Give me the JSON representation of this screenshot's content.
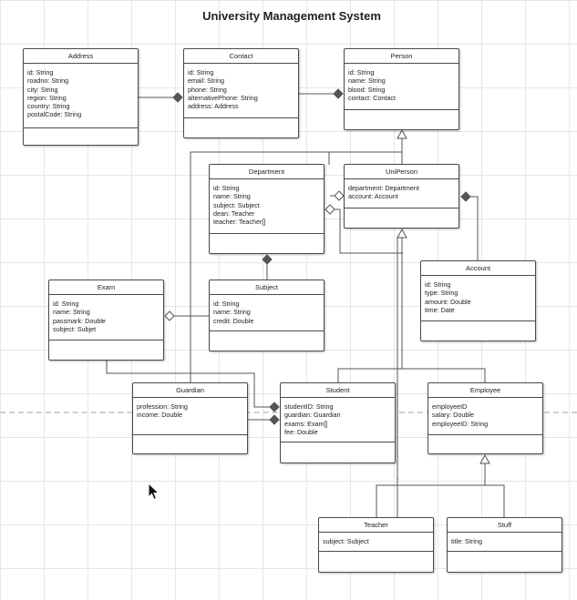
{
  "diagram": {
    "title": "University Management System",
    "classes": {
      "address": {
        "name": "Address",
        "attributes": [
          "id: String",
          "roadno: String",
          "city: String",
          "region: String",
          "country: String",
          "postalCode: String"
        ]
      },
      "contact": {
        "name": "Contact",
        "attributes": [
          "id: String",
          "email: String",
          "phone: String",
          "alternativePhone: String",
          "address: Address"
        ]
      },
      "person": {
        "name": "Person",
        "attributes": [
          "id: String",
          "name: String",
          "blood: String",
          "contact: Contact"
        ]
      },
      "department": {
        "name": "Department",
        "attributes": [
          "id: String",
          "name: String",
          "subject: Subject",
          "dean: Teacher",
          "teacher: Teacher[]"
        ]
      },
      "uniperson": {
        "name": "UniPerson",
        "attributes": [
          "department: Department",
          "account: Account"
        ]
      },
      "account": {
        "name": "Account",
        "attributes": [
          "id: String",
          "type: String",
          "amount: Double",
          "time: Date"
        ]
      },
      "exam": {
        "name": "Exam",
        "attributes": [
          "id: String",
          "name: String",
          "passmark: Double",
          "subject: Subjet"
        ]
      },
      "subject": {
        "name": "Subject",
        "attributes": [
          "id: String",
          "name: String",
          "credit: Double"
        ]
      },
      "guardian": {
        "name": "Guardian",
        "attributes": [
          "profession: String",
          "income: Double"
        ]
      },
      "student": {
        "name": "Student",
        "attributes": [
          "studentID: String",
          "guardian: Guardian",
          "exams: Exam[]",
          "fee: Double"
        ]
      },
      "employee": {
        "name": "Employee",
        "attributes": [
          "employeeID",
          "salary: Double",
          "employeeID: String"
        ]
      },
      "teacher": {
        "name": "Teacher",
        "attributes": [
          "subject: Subject"
        ]
      },
      "stuff": {
        "name": "Stuff",
        "attributes": [
          "title: String"
        ]
      }
    }
  },
  "colors": {
    "line": "#555555",
    "box_border": "#4a4a4a",
    "grid": "#e6e6e6"
  },
  "cursor": {
    "icon": "mouse-pointer-icon"
  }
}
